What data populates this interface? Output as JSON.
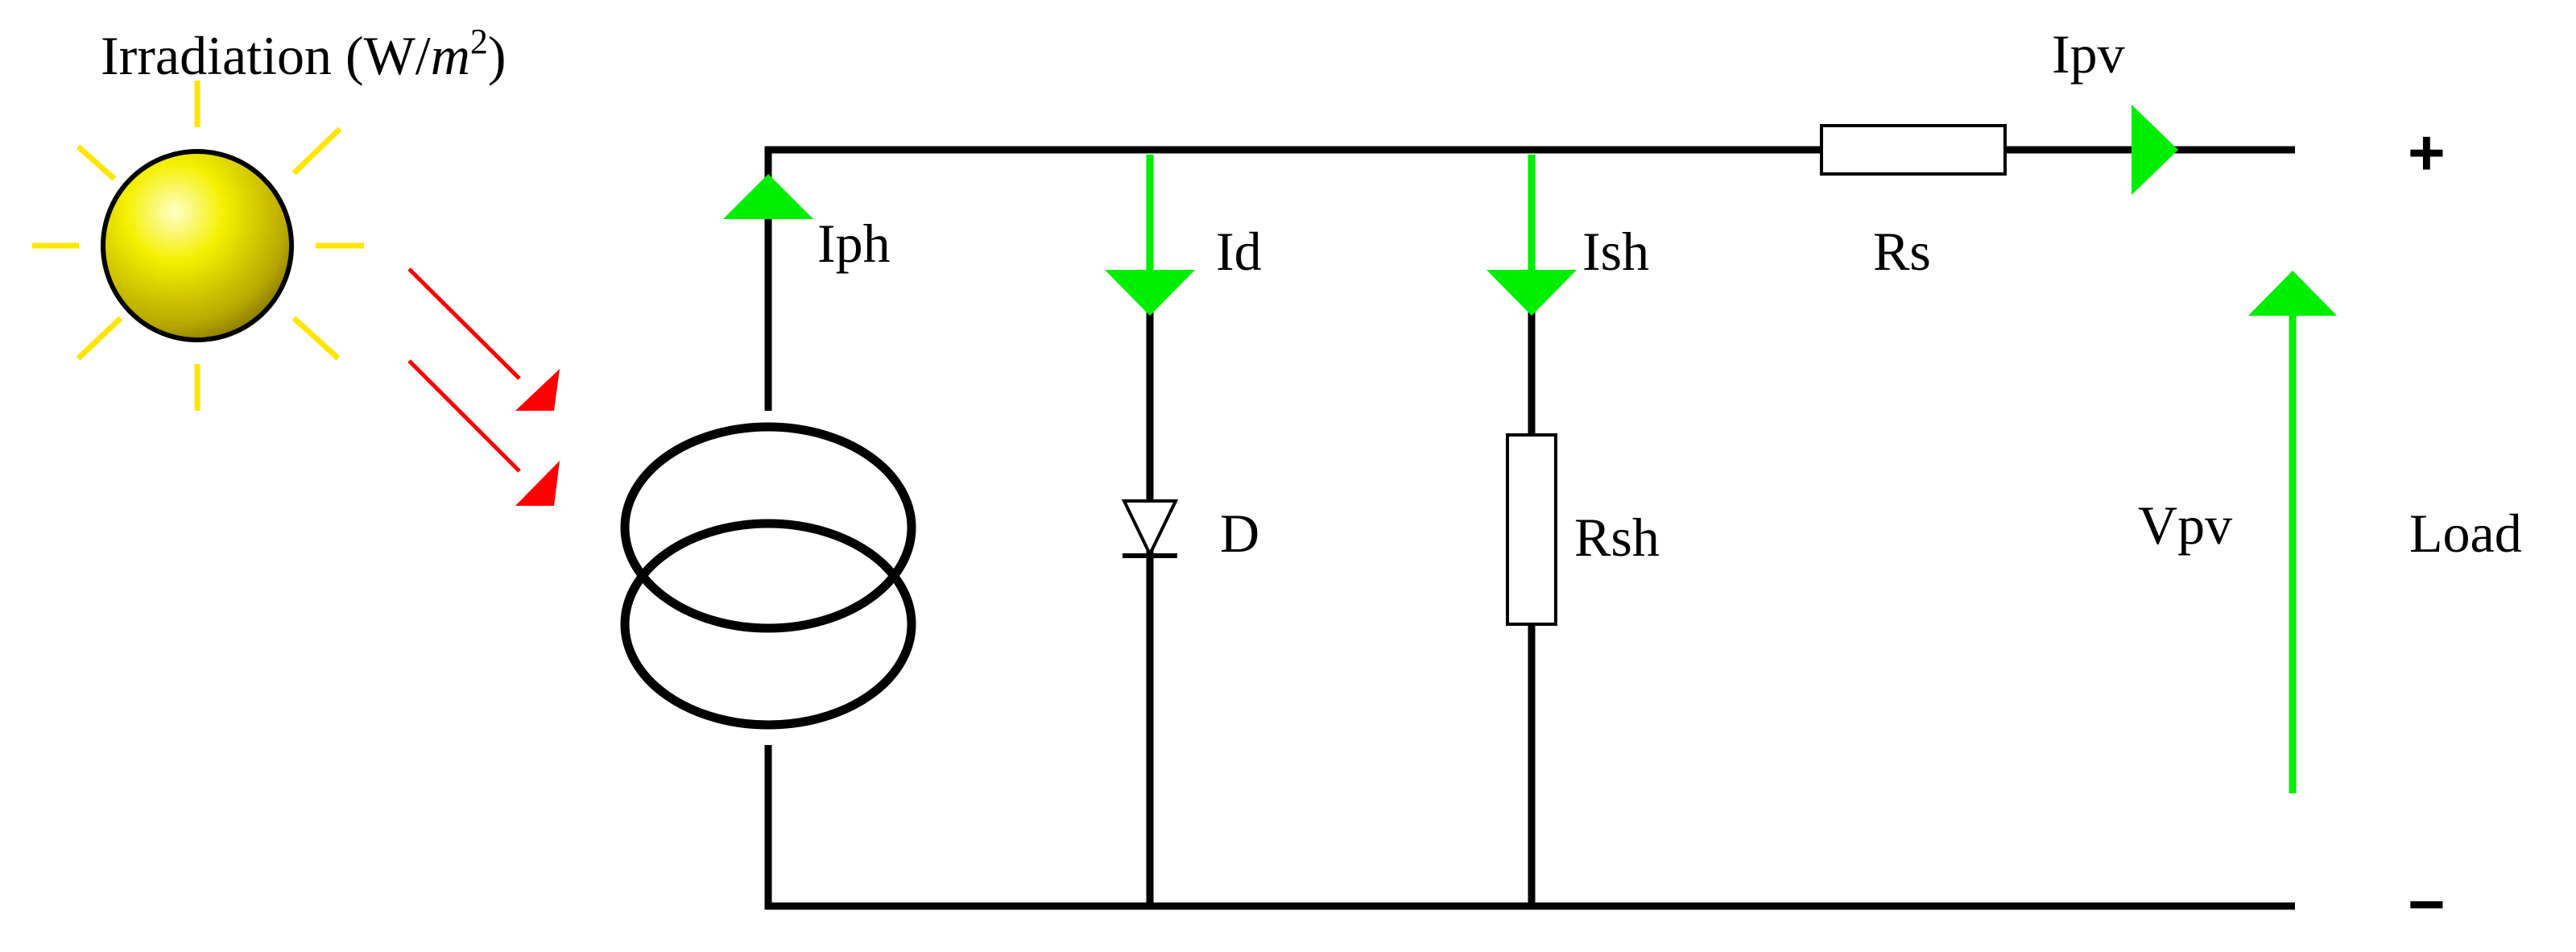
{
  "title": {
    "main": "Irradiation (W/",
    "unit_var": "m",
    "unit_exp": "2",
    "close": ")"
  },
  "labels": {
    "iph": "Iph",
    "id": "Id",
    "ish": "Ish",
    "rs": "Rs",
    "ipv": "Ipv",
    "d": "D",
    "rsh": "Rsh",
    "vpv": "Vpv",
    "load": "Load",
    "plus": "+",
    "minus": "−"
  },
  "colors": {
    "current_arrows": "#00ee00",
    "irradiation_arrows": "#ff0000",
    "sun_rays": "#ffe600",
    "sun_body": "#e8e000",
    "wires": "#000000"
  },
  "icons": {
    "sun": "sun-icon",
    "current_source": "current-source-icon",
    "diode": "diode-icon",
    "resistor": "resistor-icon"
  }
}
